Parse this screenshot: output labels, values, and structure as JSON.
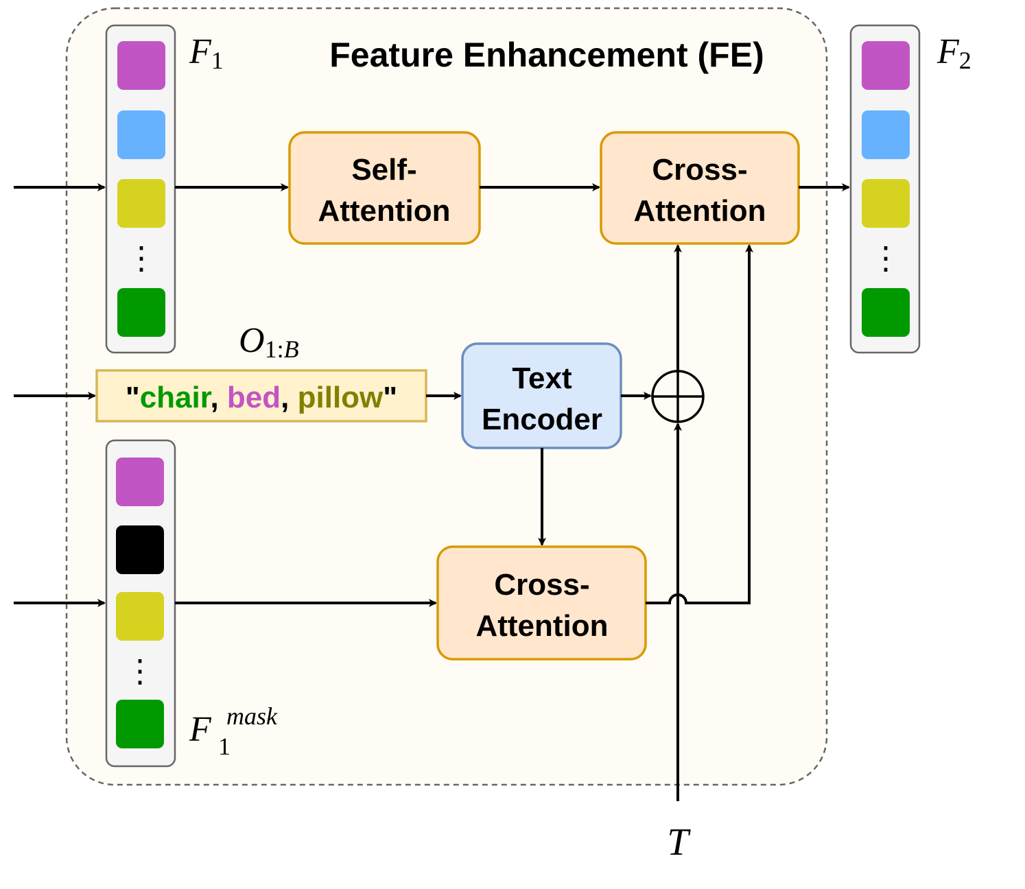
{
  "title": "Feature Enhancement (FE)",
  "labels": {
    "f1": {
      "base": "F",
      "sub": "1"
    },
    "f2": {
      "base": "F",
      "sub": "2"
    },
    "f1_mask": {
      "base": "F",
      "sub": "1",
      "sup": "mask"
    },
    "o_1b": {
      "base": "O",
      "sub_num": "1:",
      "sub_var": "B"
    },
    "t": "T"
  },
  "blocks": {
    "self_attention": {
      "line1": "Self-",
      "line2": "Attention"
    },
    "cross_attention_top": {
      "line1": "Cross-",
      "line2": "Attention"
    },
    "text_encoder": {
      "line1": "Text",
      "line2": "Encoder"
    },
    "cross_attention_bottom": {
      "line1": "Cross-",
      "line2": "Attention"
    }
  },
  "prompt": {
    "open_quote": "\"",
    "words": [
      {
        "text": "chair",
        "color": "#009900"
      },
      {
        "text": "bed",
        "color": "#C255C4"
      },
      {
        "text": "pillow",
        "color": "#808000"
      }
    ],
    "separator": ",",
    "close_quote": "\""
  },
  "ellipsis": "⋮",
  "colors": {
    "magenta": "#C255C4",
    "blue": "#66B2FF",
    "yellow": "#D6D320",
    "green": "#009900",
    "black": "#000000",
    "orange_fill": "#FFE6CC",
    "orange_stroke": "#D79B00",
    "blue_fill": "#DAE8FC",
    "blue_stroke": "#6C8EBF",
    "prompt_fill": "#FFF2CC",
    "prompt_stroke": "#D6B656",
    "container_fill": "#FFFCF5"
  },
  "stacks": {
    "f1": [
      "magenta",
      "blue",
      "yellow",
      "ellipsis",
      "green"
    ],
    "f2": [
      "magenta",
      "blue",
      "yellow",
      "ellipsis",
      "green"
    ],
    "f1_mask": [
      "magenta",
      "black",
      "yellow",
      "ellipsis",
      "green"
    ]
  }
}
